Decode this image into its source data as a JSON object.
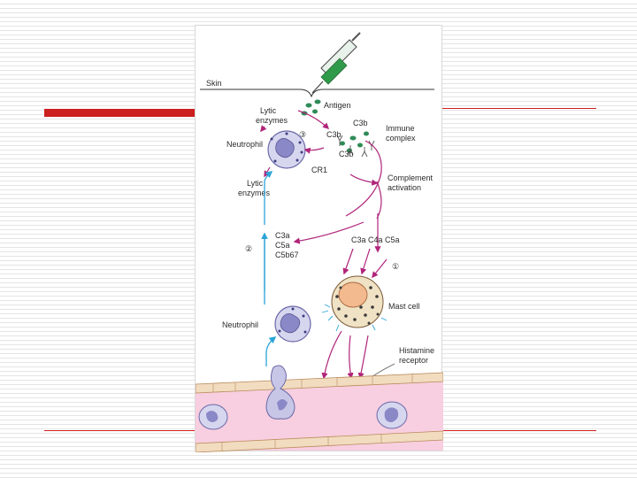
{
  "colors": {
    "red_accent": "#cc1f1f",
    "magenta_arrow": "#b0247a",
    "cyan_arrow": "#2aa5d8",
    "cell_purple": "#8a88c6",
    "vessel_pink": "#f8cfe0",
    "vessel_wall": "#f2dcc0",
    "mast_cell_orange": "#f3b98f",
    "antigen_green": "#2e8b57"
  },
  "diagram": {
    "skin": "Skin",
    "antigen": "Antigen",
    "lytic_enzymes_top_1": "Lytic",
    "lytic_enzymes_top_2": "enzymes",
    "step3": "③",
    "c3b_a": "C3b",
    "c3b_b": "C3b",
    "c3b_c": "C3b",
    "immune_complex_1": "Immune",
    "immune_complex_2": "complex",
    "neutrophil_top": "Neutrophil",
    "cr1": "CR1",
    "lytic_enzymes_mid_1": "Lytic",
    "lytic_enzymes_mid_2": "enzymes",
    "complement_1": "Complement",
    "complement_2": "activation",
    "step2": "②",
    "c3a": "C3a",
    "c5a": "C5a",
    "c5b67": "C5b67",
    "c3a_c4a_c5a": "C3a C4a C5a",
    "step1": "①",
    "mast_cell": "Mast cell",
    "neutrophil_bottom": "Neutrophil",
    "histamine_1": "Histamine",
    "histamine_2": "receptor"
  }
}
